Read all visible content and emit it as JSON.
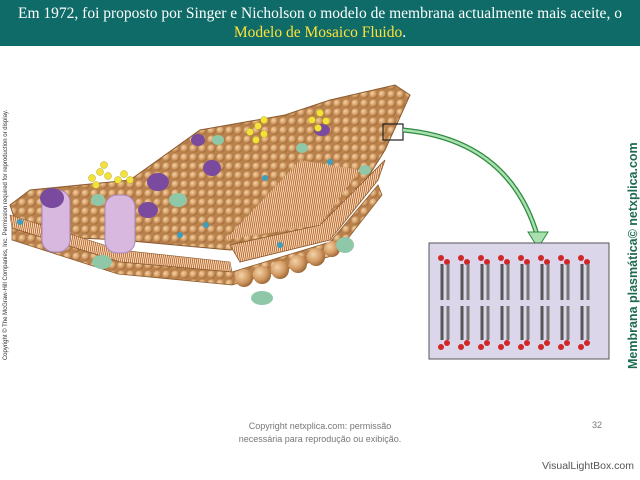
{
  "header": {
    "line1": "Em 1972, foi proposto por Singer e Nicholson o modelo de membrana actualmente mais aceite, o",
    "line2": "Modelo de Mosaico Fluido",
    "line2_suffix": "."
  },
  "copyright_left": "Copyright © The McGraw-Hill Companies, Inc. Permission required for reproduction or display.",
  "side_label": "Membrana plasmática© netxplica.com",
  "footer": {
    "line1": "Copyright netxplica.com: permissão",
    "line2": "necessária para reprodução ou exibição."
  },
  "page_number": "32",
  "watermark": "VisualLightBox.com",
  "colors": {
    "header_bg": "#0f6b68",
    "highlight": "#ffe23a",
    "head_bead": "#d9a06a",
    "tail": "#c8763a",
    "protein_purple": "#7a4a9e",
    "protein_pink": "#d9b8e0",
    "protein_green": "#8fc8a8",
    "carbohydrate": "#f2e23a",
    "arrow": "#2e8b3e",
    "inset_bg": "#dcd6ea"
  }
}
